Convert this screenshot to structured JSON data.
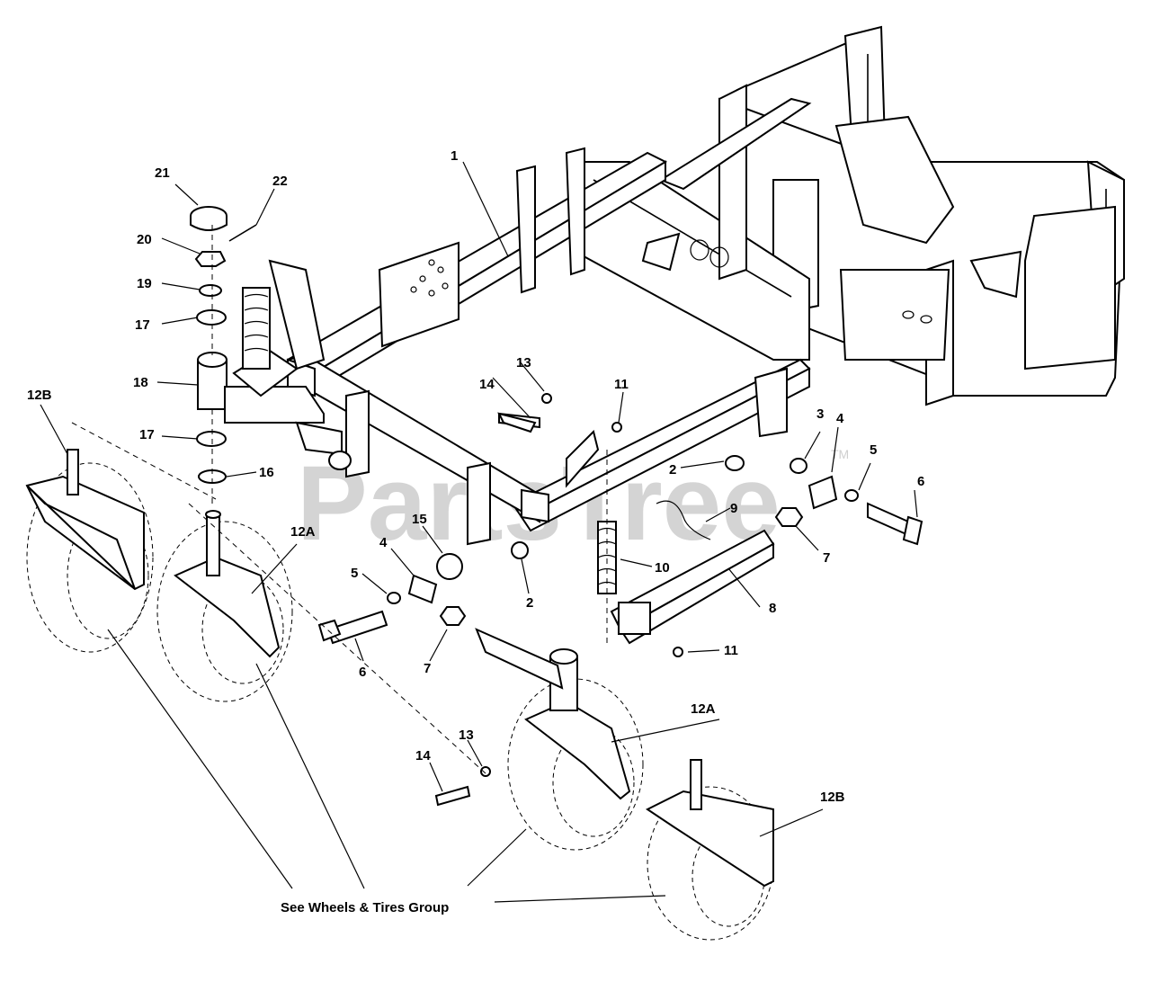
{
  "watermark": {
    "text": "PartsTree",
    "trademark": "TM"
  },
  "caption": "See Wheels & Tires Group",
  "callouts": {
    "c1": "1",
    "c2a": "2",
    "c2b": "2",
    "c3": "3",
    "c4a": "4",
    "c4b": "4",
    "c5a": "5",
    "c5b": "5",
    "c6a": "6",
    "c6b": "6",
    "c7a": "7",
    "c7b": "7",
    "c8": "8",
    "c9": "9",
    "c10": "10",
    "c11a": "11",
    "c11b": "11",
    "c12Aa": "12A",
    "c12Ab": "12A",
    "c12Ba": "12B",
    "c12Bb": "12B",
    "c13a": "13",
    "c13b": "13",
    "c14a": "14",
    "c14b": "14",
    "c15": "15",
    "c16": "16",
    "c17a": "17",
    "c17b": "17",
    "c18": "18",
    "c19": "19",
    "c20": "20",
    "c21": "21",
    "c22": "22"
  },
  "colors": {
    "line": "#000000",
    "watermark": "#d4d4d4",
    "background": "#ffffff"
  }
}
